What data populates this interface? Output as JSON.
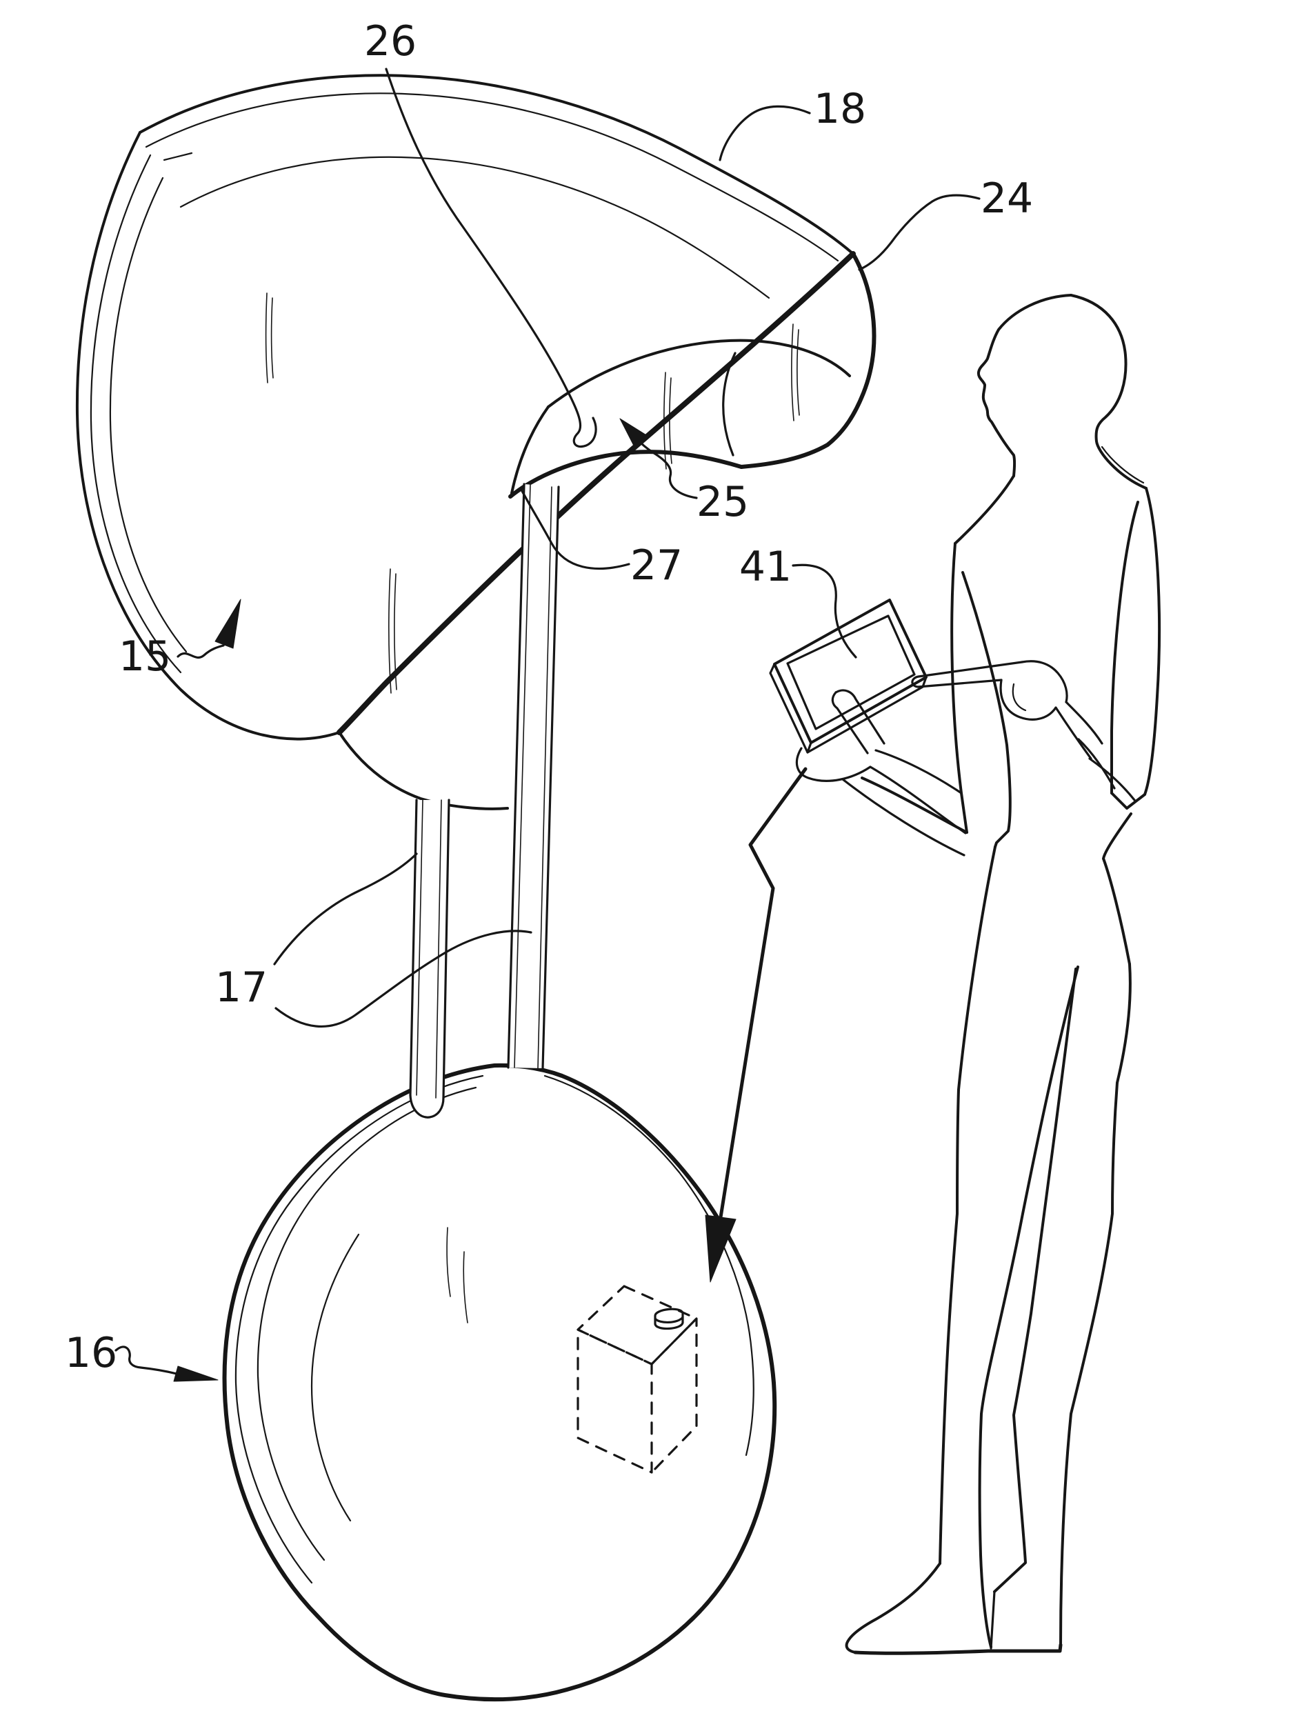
{
  "figure": {
    "kind": "patent line drawing",
    "colors": {
      "ink": "#161616",
      "paper": "#ffffff"
    },
    "labels": {
      "l15": "15",
      "l16": "16",
      "l17": "17",
      "l18": "18",
      "l24": "24",
      "l25": "25",
      "l26": "26",
      "l27": "27",
      "l41": "41"
    }
  }
}
